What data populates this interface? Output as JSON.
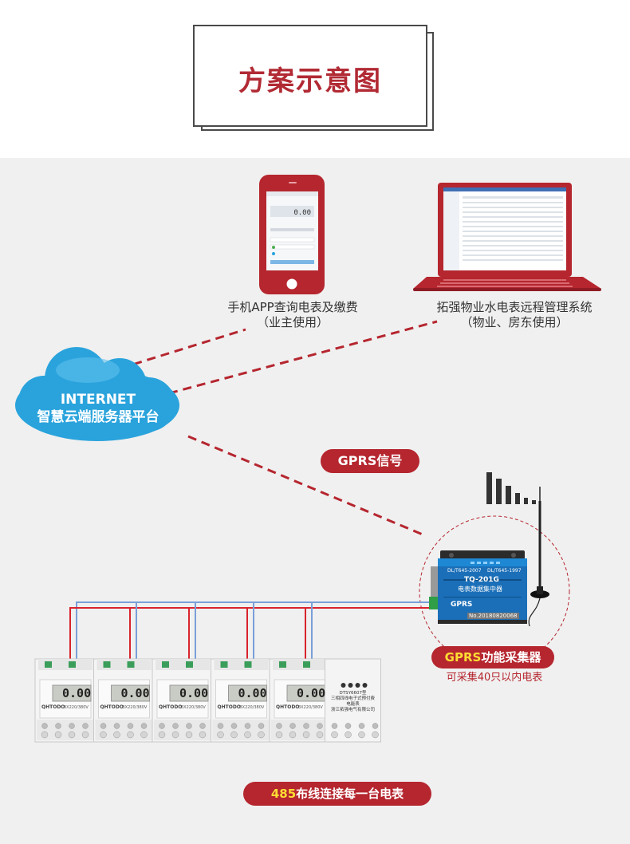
{
  "header": {
    "title": "方案示意图"
  },
  "phone": {
    "display_value": "0.00"
  },
  "captions": {
    "app_line1": "手机APP查询电表及缴费",
    "app_line2": "（业主使用）",
    "pc_line1": "拓强物业水电表远程管理系统",
    "pc_line2": "（物业、房东使用）"
  },
  "cloud": {
    "line1": "INTERNET",
    "line2": "智慧云端服务器平台"
  },
  "gprs_signal_label": "GPRS信号",
  "collector": {
    "model": "TQ-201G",
    "name": "电表数据集中器",
    "gprs_text": "GPRS",
    "std1": "DL/T645-2007",
    "std2": "DL/T645-1997",
    "serial": "No.20180820068",
    "label_highlight": "GPRS",
    "label_rest": "功能采集器",
    "capacity": "可采集40只以内电表"
  },
  "meters": {
    "count": 5,
    "digits": "0.00",
    "brand": "QHTODO",
    "spec": "3X220/380V",
    "info_line1": "DTSY6607型",
    "info_line2": "三相四线电子式预付费",
    "info_line3": "电能表",
    "info_line4": "浙江拓强电气有限公司"
  },
  "wiring_label": {
    "highlight": "485",
    "rest": "布线连接每一台电表"
  },
  "colors": {
    "accent_red": "#b5262f",
    "title_red": "#b12a34",
    "dash_red": "#b5262f",
    "cloud_blue": "#2aa3dc",
    "device_blue": "#1b6fb8",
    "wire_red": "#d9232d",
    "wire_blue": "#7a9fd8"
  },
  "icons": [
    "smartphone-icon",
    "laptop-icon",
    "cloud-icon",
    "signal-bars-icon",
    "antenna-icon",
    "gprs-collector-device",
    "electric-meter"
  ]
}
